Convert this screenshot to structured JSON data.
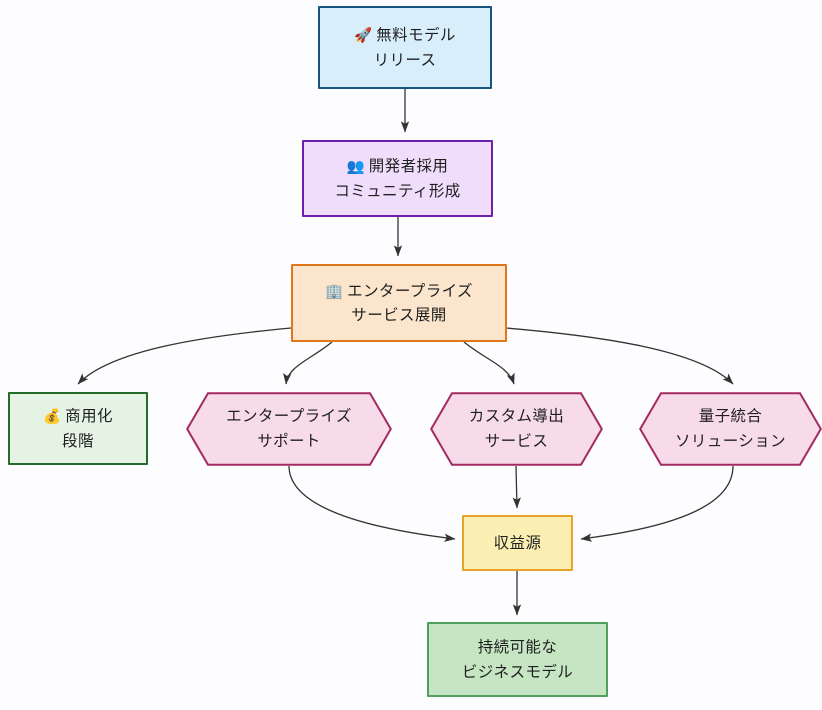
{
  "diagram": {
    "title": "",
    "background_color": "#fdfcfe",
    "edge_color": "#333333"
  },
  "nodes": {
    "free_model": {
      "emoji": "🚀",
      "emoji_name": "rocket",
      "line1": "無料モデル",
      "line2": "リリース",
      "shape": "rect",
      "fill": "#d9eefb",
      "stroke": "#16557c"
    },
    "developer_adoption": {
      "emoji": "👥",
      "emoji_name": "busts-in-silhouette",
      "line1": "開発者採用",
      "line2": "コミュニティ形成",
      "shape": "rect",
      "fill": "#f0ddfb",
      "stroke": "#6c21a8"
    },
    "enterprise_service": {
      "emoji": "🏢",
      "emoji_name": "office-building",
      "line1": "エンタープライズ",
      "line2": "サービス展開",
      "shape": "rect",
      "fill": "#fbe5cd",
      "stroke": "#e2761b"
    },
    "commercialization_stage": {
      "emoji": "💰",
      "emoji_name": "money-bag",
      "line1": "商用化",
      "line2": "段階",
      "shape": "rect",
      "fill": "#e4f3e3",
      "stroke": "#256b2a"
    },
    "enterprise_support": {
      "line1": "エンタープライズ",
      "line2": "サポート",
      "shape": "hexagon",
      "fill": "#f7dbe9",
      "stroke": "#a32a61"
    },
    "custom_derivation": {
      "line1": "カスタム導出",
      "line2": "サービス",
      "shape": "hexagon",
      "fill": "#f7dbe9",
      "stroke": "#a32a61"
    },
    "quantum_integration": {
      "line1": "量子統合",
      "line2": "ソリューション",
      "shape": "hexagon",
      "fill": "#f7dbe9",
      "stroke": "#a32a61"
    },
    "revenue_source": {
      "line1": "収益源",
      "shape": "rect",
      "fill": "#fcefb4",
      "stroke": "#e8a32a"
    },
    "sustainable_business": {
      "line1": "持続可能な",
      "line2": "ビジネスモデル",
      "shape": "rect",
      "fill": "#c5e5c3",
      "stroke": "#4fa05c"
    }
  },
  "edges": [
    {
      "from": "free_model",
      "to": "developer_adoption",
      "label": ""
    },
    {
      "from": "developer_adoption",
      "to": "enterprise_service",
      "label": ""
    },
    {
      "from": "enterprise_service",
      "to": "commercialization_stage",
      "label": ""
    },
    {
      "from": "enterprise_service",
      "to": "enterprise_support",
      "label": ""
    },
    {
      "from": "enterprise_service",
      "to": "custom_derivation",
      "label": ""
    },
    {
      "from": "enterprise_service",
      "to": "quantum_integration",
      "label": ""
    },
    {
      "from": "enterprise_support",
      "to": "revenue_source",
      "label": ""
    },
    {
      "from": "custom_derivation",
      "to": "revenue_source",
      "label": ""
    },
    {
      "from": "quantum_integration",
      "to": "revenue_source",
      "label": ""
    },
    {
      "from": "revenue_source",
      "to": "sustainable_business",
      "label": ""
    }
  ]
}
